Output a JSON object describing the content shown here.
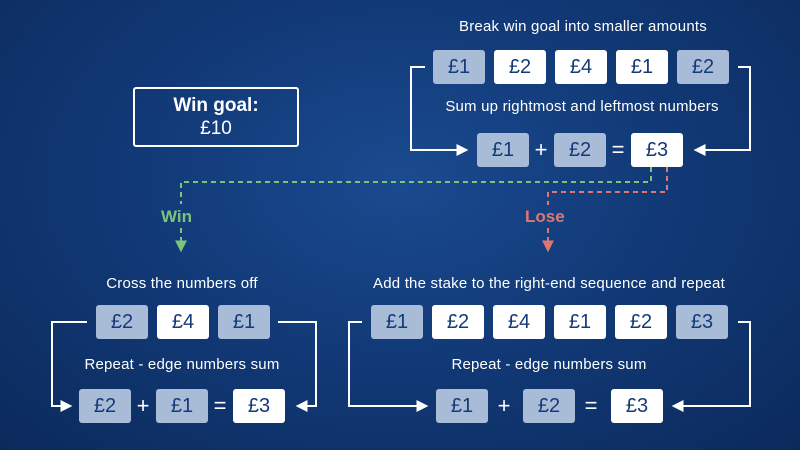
{
  "goal": {
    "title": "Win goal:",
    "value": "£10"
  },
  "top": {
    "caption1": "Break win goal into smaller amounts",
    "sequence": [
      "£1",
      "£2",
      "£4",
      "£1",
      "£2"
    ],
    "caption2": "Sum up rightmost and leftmost numbers",
    "sum": {
      "a": "£1",
      "plus": "+",
      "b": "£2",
      "eq": "=",
      "result": "£3"
    }
  },
  "branches": {
    "win": "Win",
    "lose": "Lose"
  },
  "win_panel": {
    "caption1": "Cross the numbers off",
    "sequence": [
      "£2",
      "£4",
      "£1"
    ],
    "caption2": "Repeat - edge numbers sum",
    "sum": {
      "a": "£2",
      "plus": "+",
      "b": "£1",
      "eq": "=",
      "result": "£3"
    }
  },
  "lose_panel": {
    "caption1": "Add the stake to the right-end sequence and repeat",
    "sequence": [
      "£1",
      "£2",
      "£4",
      "£1",
      "£2",
      "£3"
    ],
    "caption2": "Repeat - edge numbers sum",
    "sum": {
      "a": "£1",
      "plus": "+",
      "b": "£2",
      "eq": "=",
      "result": "£3"
    }
  },
  "colors": {
    "light_box": "#a8bcd8",
    "white_box": "#ffffff",
    "win": "#7cc47a",
    "lose": "#e07672",
    "text_dark": "#143a78"
  }
}
